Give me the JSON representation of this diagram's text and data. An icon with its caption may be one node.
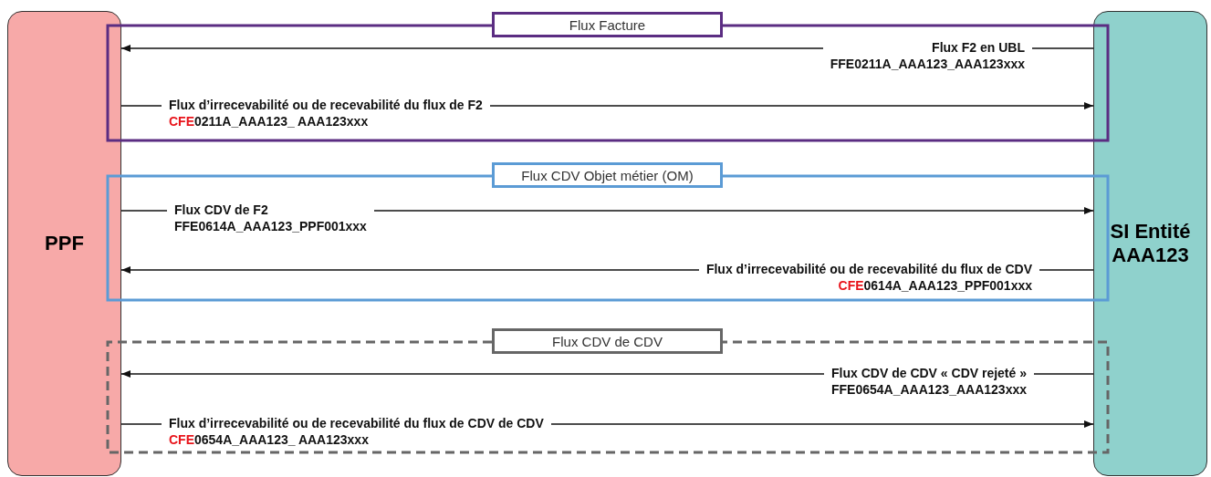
{
  "diagram": {
    "nodes": [
      {
        "text": [
          "PPF"
        ]
      },
      {
        "text": [
          "SI Entité AAA123"
        ]
      },
      {
        "text": [
          "Flux Facture"
        ]
      },
      {
        "text": [
          "Flux CDV Objet métier (OM)"
        ]
      },
      {
        "text": [
          "Flux CDV de CDV"
        ]
      }
    ],
    "edges": [
      {
        "from": 1,
        "to": 0,
        "arrow": "to",
        "label": "Flux F2 en UBL FFE0211A_AAA123_AAA123xxx"
      },
      {
        "from": 0,
        "to": 1,
        "arrow": "to",
        "label": "Flux d’irrecevabilité ou de recevabilité du flux de F2 CFE0211A_AAA123_ AAA123xxx"
      },
      {
        "from": 0,
        "to": 1,
        "arrow": "to",
        "label": "Flux CDV de F2 FFE0614A_AAA123_PPF001xxx"
      },
      {
        "from": 1,
        "to": 0,
        "arrow": "to",
        "label": "Flux d’irrecevabilité ou de recevabilité du flux de CDV CFE0614A_AAA123_PPF001xxx"
      },
      {
        "from": 1,
        "to": 0,
        "arrow": "to",
        "label": "Flux CDV de CDV « CDV rejeté » FFE0654A_AAA123_AAA123xxx"
      },
      {
        "from": 0,
        "to": 1,
        "arrow": "to",
        "label": "Flux d’irrecevabilité ou de recevabilité du flux de CDV de CDV CFE0654A_AAA123_ AAA123xxx"
      }
    ]
  }
}
